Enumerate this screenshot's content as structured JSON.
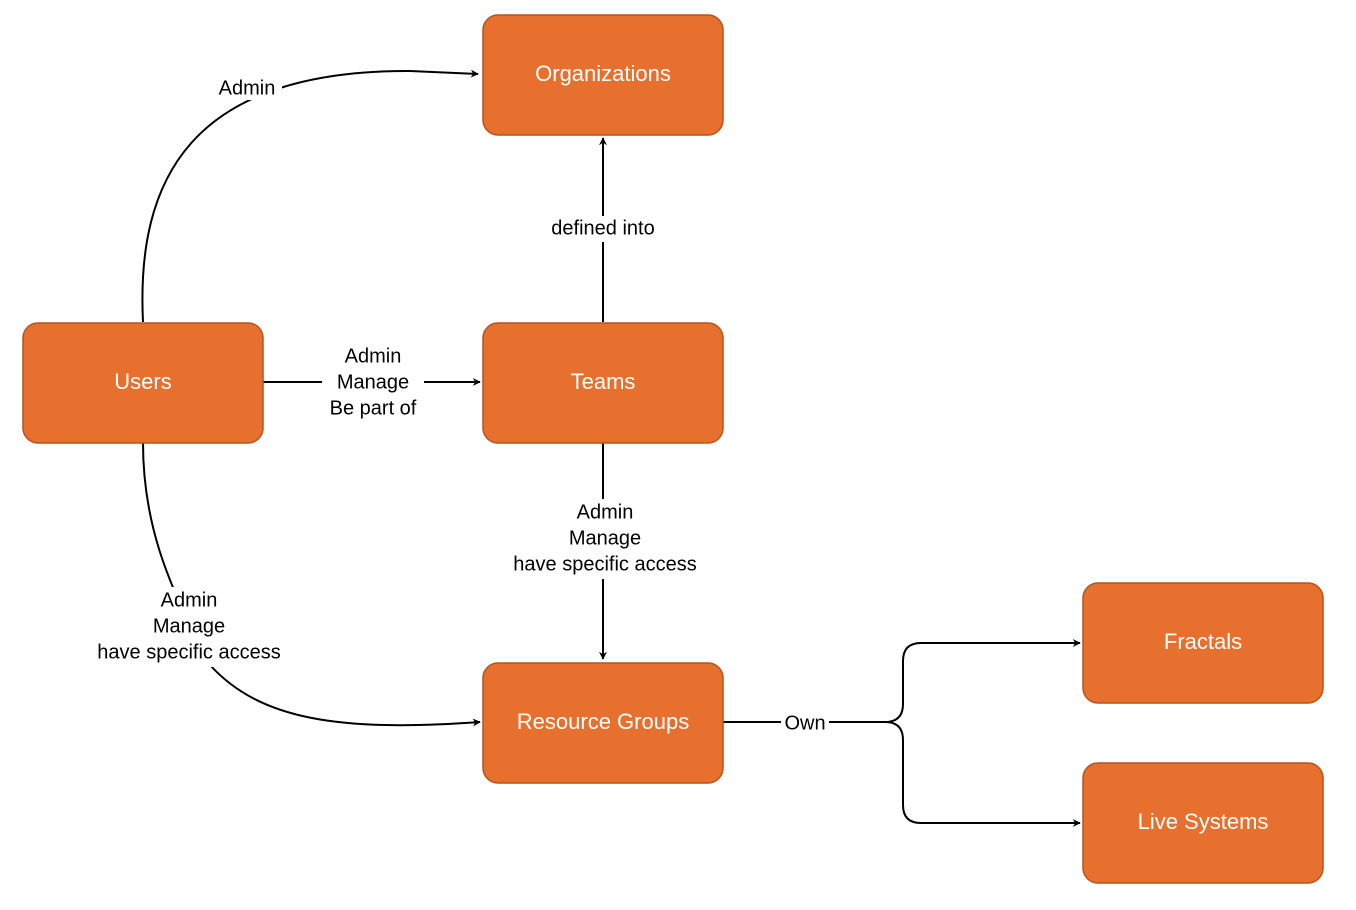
{
  "colors": {
    "node_fill": "#e8702f",
    "node_border": "#b5541c",
    "node_text": "#ffffff",
    "edge": "#000000",
    "background": "#ffffff"
  },
  "nodes": {
    "organizations": "Organizations",
    "users": "Users",
    "teams": "Teams",
    "resource_groups": "Resource Groups",
    "fractals": "Fractals",
    "live_systems": "Live Systems"
  },
  "edges": {
    "users_organizations": [
      "Admin"
    ],
    "teams_organizations": [
      "defined into"
    ],
    "users_teams": [
      "Admin",
      "Manage",
      "Be part of"
    ],
    "teams_resource_groups": [
      "Admin",
      "Manage",
      "have specific access"
    ],
    "users_resource_groups": [
      "Admin",
      "Manage",
      "have specific access"
    ],
    "resource_groups_own": [
      "Own"
    ]
  }
}
